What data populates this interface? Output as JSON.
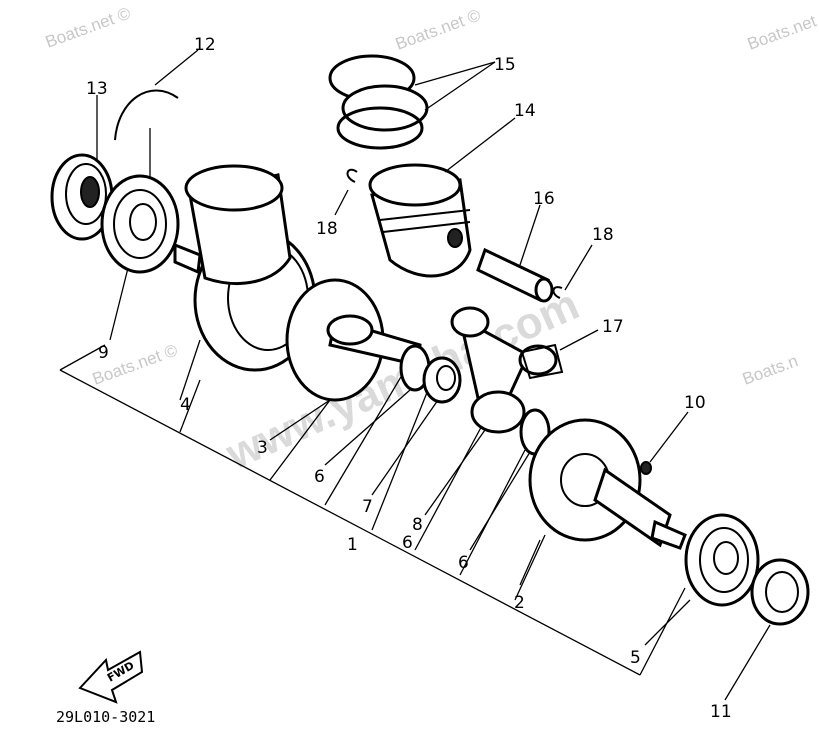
{
  "watermarks": {
    "boats_1": "Boats.net ©",
    "boats_2": "Boats.net ©",
    "boats_3": "Boats.net ©",
    "boats_4": "Boats.net ©",
    "boats_5": "Boats.n",
    "diagonal": "www.yamaha.com"
  },
  "callouts": {
    "n1": "1",
    "n2": "2",
    "n3": "3",
    "n4": "4",
    "n5": "5",
    "n6a": "6",
    "n6b": "6",
    "n6c": "6",
    "n7": "7",
    "n8": "8",
    "n9": "9",
    "n10": "10",
    "n11": "11",
    "n12": "12",
    "n13": "13",
    "n14": "14",
    "n15": "15",
    "n16": "16",
    "n17": "17",
    "n18a": "18",
    "n18b": "18"
  },
  "fwd_label": "FWD",
  "diagram_code": "29L010-3021"
}
